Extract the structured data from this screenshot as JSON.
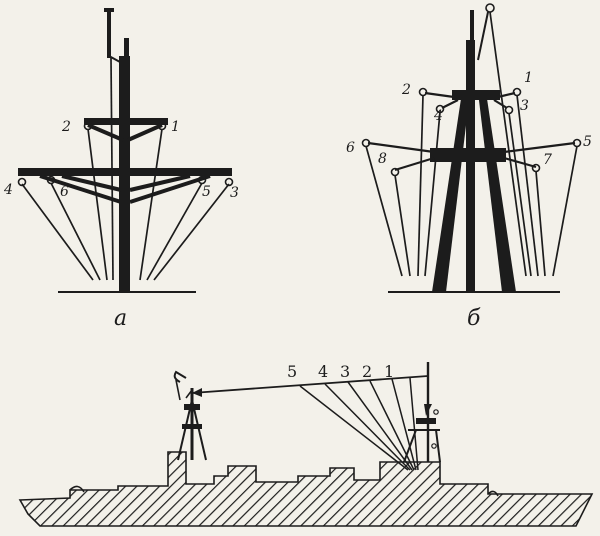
{
  "panels": [
    {
      "id": "a",
      "caption": "a",
      "labels": [
        "1",
        "2",
        "3",
        "4",
        "5",
        "6"
      ]
    },
    {
      "id": "b",
      "caption": "б",
      "labels": [
        "1",
        "2",
        "3",
        "4",
        "5",
        "6",
        "7",
        "8"
      ]
    },
    {
      "id": "ship",
      "labels": [
        "5",
        "4",
        "3",
        "2",
        "1"
      ]
    }
  ],
  "colors": {
    "ink": "#1c1c1c",
    "paper": "#f3f1ea"
  }
}
